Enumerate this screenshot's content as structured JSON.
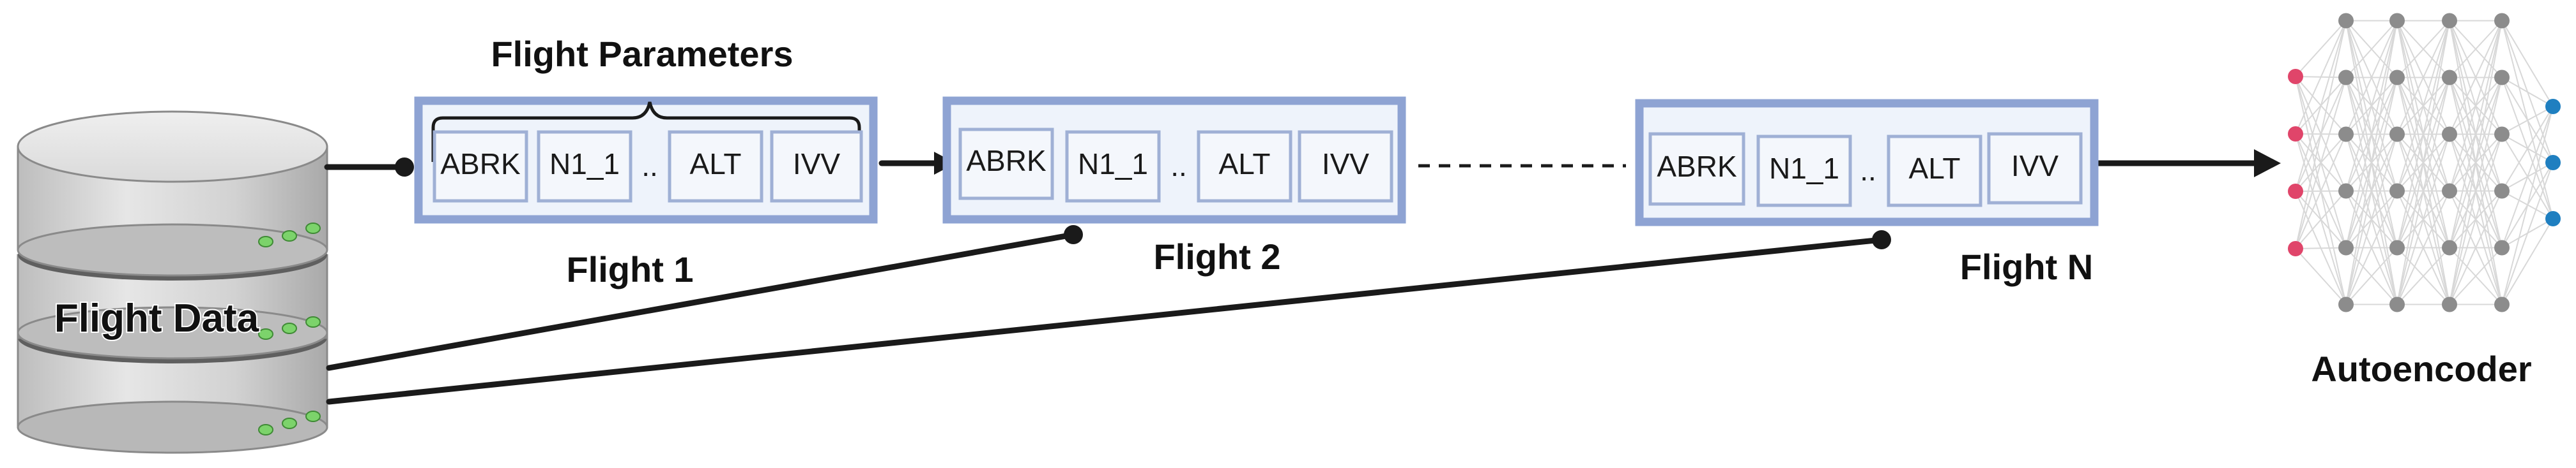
{
  "diagram": {
    "database_label": "Flight Data",
    "parameters_label": "Flight Parameters",
    "flights": [
      {
        "label": "Flight 1",
        "params": [
          "ABRK",
          "N1_1",
          "..",
          "ALT",
          "IVV"
        ]
      },
      {
        "label": "Flight 2",
        "params": [
          "ABRK",
          "N1_1",
          "..",
          "ALT",
          "IVV"
        ]
      },
      {
        "label": "Flight N",
        "params": [
          "ABRK",
          "N1_1",
          "..",
          "ALT",
          "IVV"
        ]
      }
    ],
    "autoencoder_label": "Autoencoder",
    "colors": {
      "frame_border": "#8EA3D3",
      "frame_fill": "#EEF3FB",
      "cell_border": "#9FB0D5",
      "cell_fill": "#F4F7FC",
      "connector": "#1a1a1a",
      "db_body": "#D9D9D9",
      "db_band": "#5F5F5F",
      "db_led": "#7CD36B",
      "nn_input": "#E0456A",
      "nn_hidden": "#8C8C8C",
      "nn_output": "#1F7FC0",
      "nn_edge": "#D8D8D8"
    },
    "autoencoder_layers": [
      4,
      6,
      6,
      6,
      6,
      3
    ]
  }
}
